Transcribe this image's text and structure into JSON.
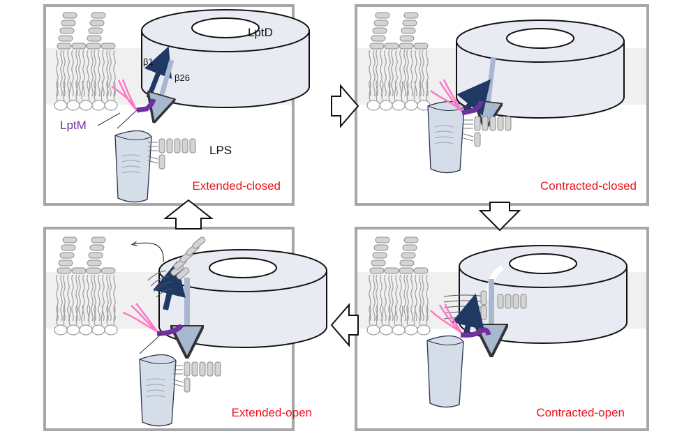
{
  "figure": {
    "panels": [
      {
        "id": "extended-closed",
        "state_label": "Extended-closed"
      },
      {
        "id": "contracted-closed",
        "state_label": "Contracted-closed"
      },
      {
        "id": "contracted-open",
        "state_label": "Contracted-open"
      },
      {
        "id": "extended-open",
        "state_label": "Extended-open"
      }
    ],
    "labels": {
      "lptd": "LptD",
      "lptm": "LptM",
      "lps": "LPS",
      "beta1": "β1",
      "beta26": "β26"
    },
    "cycle_order": [
      "Extended-closed",
      "Contracted-closed",
      "Contracted-open",
      "Extended-open"
    ],
    "colors": {
      "state_label": "#e8141c",
      "lptm": "#7030a0",
      "lptm_lipid": "#ff77c8",
      "beta1": "#1f3864",
      "beta26": "#a8b8d0",
      "barrel_fill": "#e9ebf3",
      "membrane_band": "#f0f0f0",
      "panel_border": "#a8a6a6"
    }
  }
}
